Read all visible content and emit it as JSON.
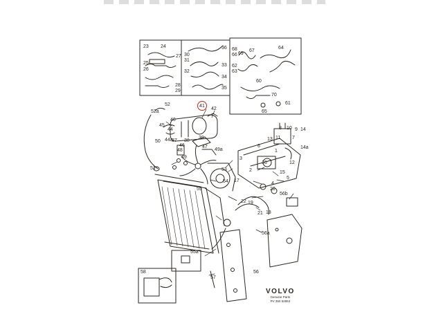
{
  "diagram": {
    "labels": [
      "23",
      "24",
      "25",
      "26",
      "27",
      "28",
      "29",
      "30",
      "31",
      "32",
      "33",
      "34",
      "35",
      "36",
      "37",
      "38",
      "39",
      "40",
      "41",
      "42",
      "44",
      "44a",
      "45",
      "46",
      "47",
      "48",
      "49",
      "49a",
      "50",
      "51",
      "52",
      "52a",
      "53",
      "54",
      "55",
      "55a",
      "56",
      "56a",
      "56b",
      "57",
      "58",
      "60",
      "61",
      "62",
      "63",
      "64",
      "65",
      "66",
      "67",
      "68",
      "69",
      "70",
      "1",
      "2",
      "3",
      "4",
      "5",
      "6",
      "7",
      "8",
      "9",
      "10",
      "11",
      "12",
      "13",
      "14",
      "14a",
      "15",
      "16",
      "17",
      "18",
      "19",
      "20",
      "21",
      "22"
    ],
    "highlighted_part": "41",
    "colors": {
      "ink": "#2a2620",
      "highlight": "#c8201c",
      "paper": "#ffffff"
    }
  },
  "brand": {
    "name": "VOLVO",
    "line1": "Genuine Parts",
    "line2": "PV 350 52853"
  }
}
